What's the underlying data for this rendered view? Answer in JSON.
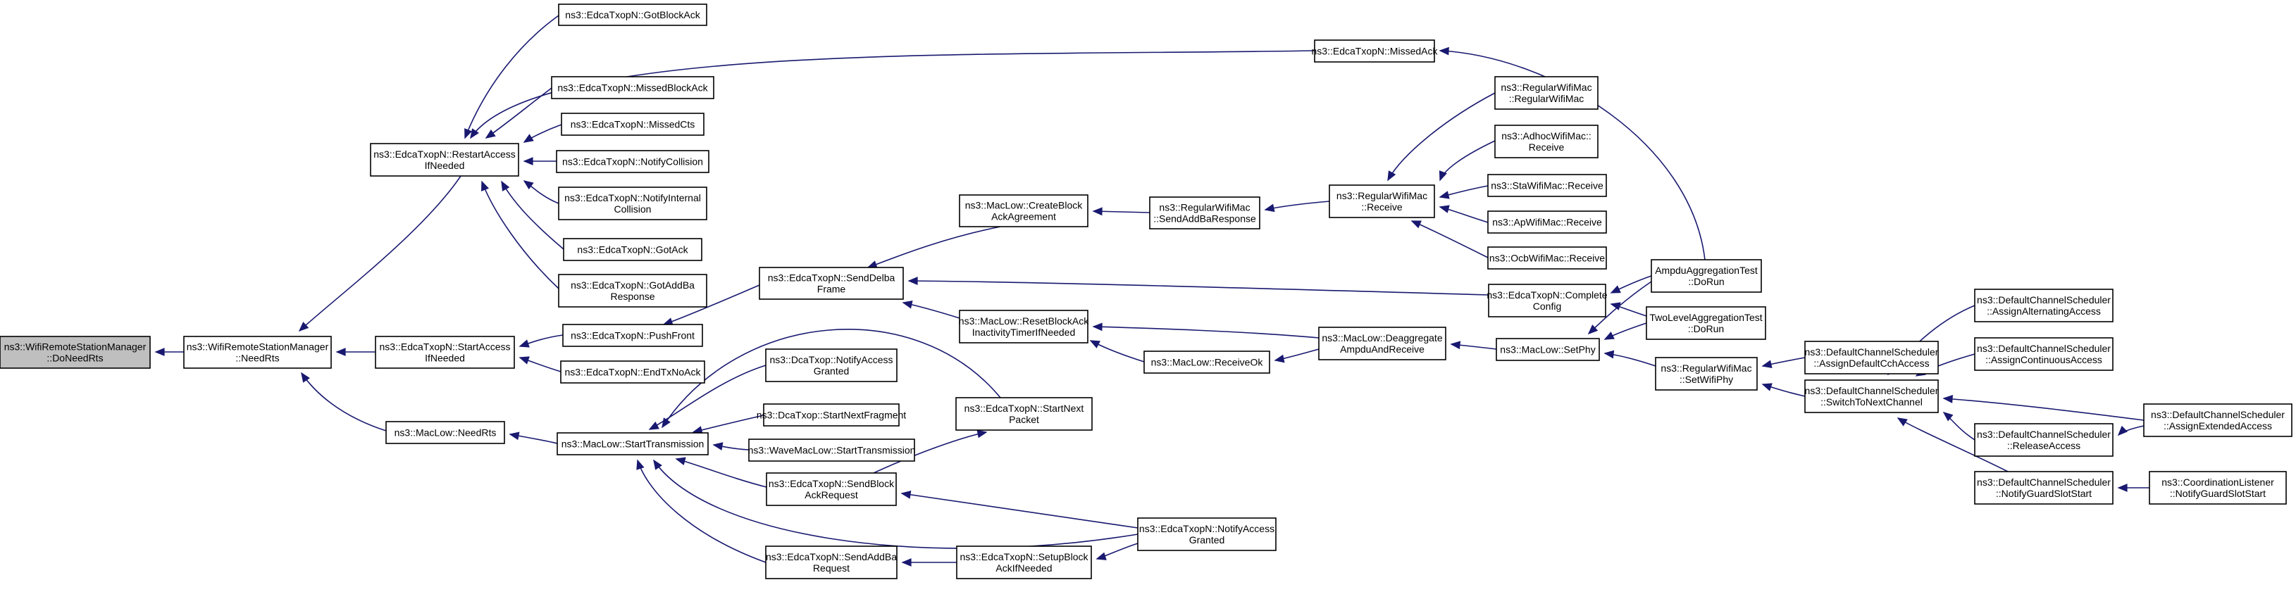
{
  "colors": {
    "edge": "#191970",
    "root_fill": "#bfbfbf",
    "node_fill": "#ffffff",
    "border": "#000000"
  },
  "nodes": {
    "root": {
      "lines": [
        "ns3::WifiRemoteStationManager",
        "::DoNeedRts"
      ]
    },
    "needrts": {
      "lines": [
        "ns3::WifiRemoteStationManager",
        "::NeedRts"
      ]
    },
    "restart": {
      "lines": [
        "ns3::EdcaTxopN::RestartAccess",
        "IfNeeded"
      ]
    },
    "startaccess": {
      "lines": [
        "ns3::EdcaTxopN::StartAccess",
        "IfNeeded"
      ]
    },
    "mlneedrts": {
      "lines": [
        "ns3::MacLow::NeedRts"
      ]
    },
    "gotblockack": {
      "lines": [
        "ns3::EdcaTxopN::GotBlockAck"
      ]
    },
    "missedblockack": {
      "lines": [
        "ns3::EdcaTxopN::MissedBlockAck"
      ]
    },
    "missedcts": {
      "lines": [
        "ns3::EdcaTxopN::MissedCts"
      ]
    },
    "notifycollision": {
      "lines": [
        "ns3::EdcaTxopN::NotifyCollision"
      ]
    },
    "notifyinternal": {
      "lines": [
        "ns3::EdcaTxopN::NotifyInternal",
        "Collision"
      ]
    },
    "gotack": {
      "lines": [
        "ns3::EdcaTxopN::GotAck"
      ]
    },
    "gotaddba": {
      "lines": [
        "ns3::EdcaTxopN::GotAddBa",
        "Response"
      ]
    },
    "pushfront": {
      "lines": [
        "ns3::EdcaTxopN::PushFront"
      ]
    },
    "endtxnoack": {
      "lines": [
        "ns3::EdcaTxopN::EndTxNoAck"
      ]
    },
    "starttx": {
      "lines": [
        "ns3::MacLow::StartTransmission"
      ]
    },
    "missedack": {
      "lines": [
        "ns3::EdcaTxopN::MissedAck"
      ]
    },
    "senddelba": {
      "lines": [
        "ns3::EdcaTxopN::SendDelba",
        "Frame"
      ]
    },
    "createblock": {
      "lines": [
        "ns3::MacLow::CreateBlock",
        "AckAgreement"
      ]
    },
    "resetblock": {
      "lines": [
        "ns3::MacLow::ResetBlockAck",
        "InactivityTimerIfNeeded"
      ]
    },
    "receiveok": {
      "lines": [
        "ns3::MacLow::ReceiveOk"
      ]
    },
    "sendaddbaresp": {
      "lines": [
        "ns3::RegularWifiMac",
        "::SendAddBaResponse"
      ]
    },
    "regreceive": {
      "lines": [
        "ns3::RegularWifiMac",
        "::Receive"
      ]
    },
    "regwifimac": {
      "lines": [
        "ns3::RegularWifiMac",
        "::RegularWifiMac"
      ]
    },
    "adhocreceive": {
      "lines": [
        "ns3::AdhocWifiMac::",
        "Receive"
      ]
    },
    "stareceive": {
      "lines": [
        "ns3::StaWifiMac::Receive"
      ]
    },
    "apreceive": {
      "lines": [
        "ns3::ApWifiMac::Receive"
      ]
    },
    "ocbreceive": {
      "lines": [
        "ns3::OcbWifiMac::Receive"
      ]
    },
    "deaggregate": {
      "lines": [
        "ns3::MacLow::Deaggregate",
        "AmpduAndReceive"
      ]
    },
    "complete": {
      "lines": [
        "ns3::EdcaTxopN::Complete",
        "Config"
      ]
    },
    "setphy": {
      "lines": [
        "ns3::MacLow::SetPhy"
      ]
    },
    "ampdutest": {
      "lines": [
        "AmpduAggregationTest",
        "::DoRun"
      ]
    },
    "twoleveltest": {
      "lines": [
        "TwoLevelAggregationTest",
        "::DoRun"
      ]
    },
    "setwifiphy": {
      "lines": [
        "ns3::RegularWifiMac",
        "::SetWifiPhy"
      ]
    },
    "dcanotify": {
      "lines": [
        "ns3::DcaTxop::NotifyAccess",
        "Granted"
      ]
    },
    "dcastartnext": {
      "lines": [
        "ns3::DcaTxop::StartNextFragment"
      ]
    },
    "wavestart": {
      "lines": [
        "ns3::WaveMacLow::StartTransmission"
      ]
    },
    "sendblockack": {
      "lines": [
        "ns3::EdcaTxopN::SendBlock",
        "AckRequest"
      ]
    },
    "sendaddbareq": {
      "lines": [
        "ns3::EdcaTxopN::SendAddBa",
        "Request"
      ]
    },
    "startnextpacket": {
      "lines": [
        "ns3::EdcaTxopN::StartNext",
        "Packet"
      ]
    },
    "setupblock": {
      "lines": [
        "ns3::EdcaTxopN::SetupBlock",
        "AckIfNeeded"
      ]
    },
    "edcanotify": {
      "lines": [
        "ns3::EdcaTxopN::NotifyAccess",
        "Granted"
      ]
    },
    "assigndefault": {
      "lines": [
        "ns3::DefaultChannelScheduler",
        "::AssignDefaultCchAccess"
      ]
    },
    "switchto": {
      "lines": [
        "ns3::DefaultChannelScheduler",
        "::SwitchToNextChannel"
      ]
    },
    "assignalt": {
      "lines": [
        "ns3::DefaultChannelScheduler",
        "::AssignAlternatingAccess"
      ]
    },
    "assigncont": {
      "lines": [
        "ns3::DefaultChannelScheduler",
        "::AssignContinuousAccess"
      ]
    },
    "release": {
      "lines": [
        "ns3::DefaultChannelScheduler",
        "::ReleaseAccess"
      ]
    },
    "guardslot": {
      "lines": [
        "ns3::DefaultChannelScheduler",
        "::NotifyGuardSlotStart"
      ]
    },
    "assignext": {
      "lines": [
        "ns3::DefaultChannelScheduler",
        "::AssignExtendedAccess"
      ]
    },
    "coordguard": {
      "lines": [
        "ns3::CoordinationListener",
        "::NotifyGuardSlotStart"
      ]
    }
  }
}
